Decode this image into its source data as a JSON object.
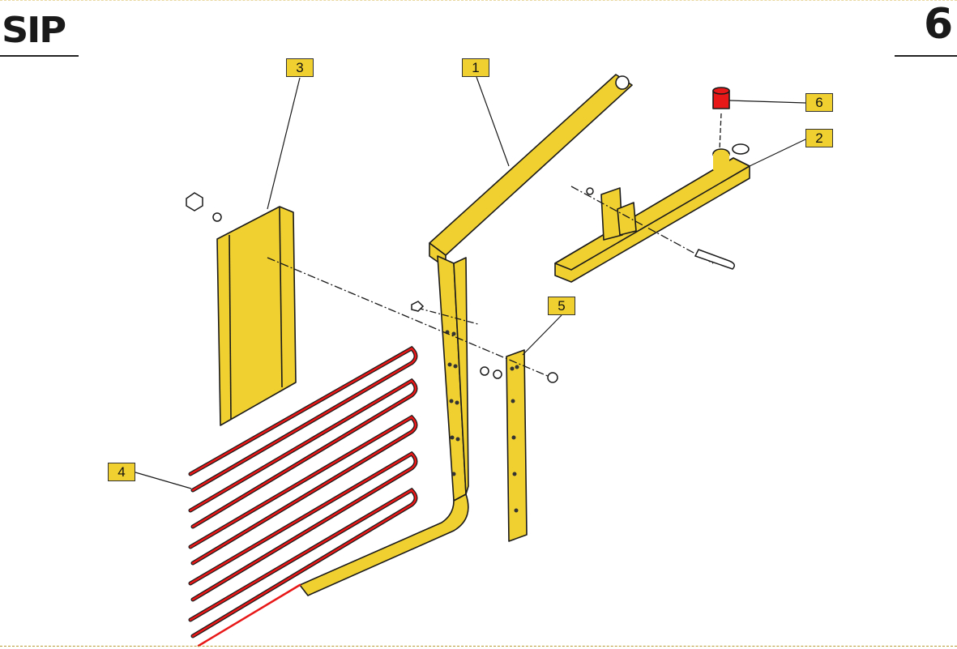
{
  "header": {
    "logo_text": "SIP",
    "page_number": "6"
  },
  "callouts": [
    "1",
    "2",
    "3",
    "4",
    "5",
    "6"
  ],
  "colors": {
    "part_fill": "#f0d030",
    "highlight": "#e81818",
    "outline": "#1a1a1a"
  }
}
